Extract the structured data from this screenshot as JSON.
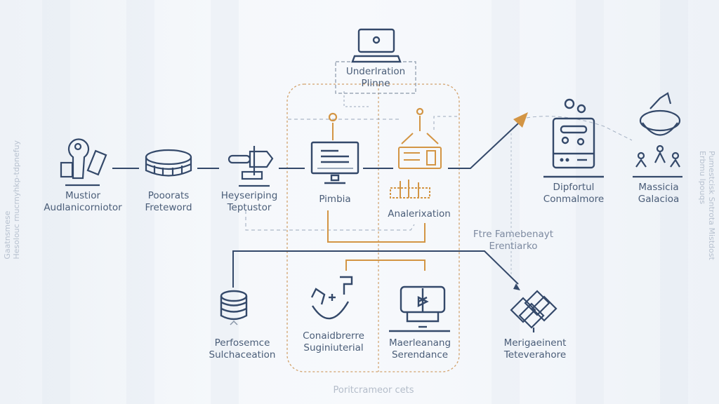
{
  "diagram": {
    "title_node": {
      "label_line1": "Underlration",
      "label_line2": "Plinne",
      "icon": "laptop-icon"
    },
    "top_row": [
      {
        "id": "auth",
        "line1": "Mustior",
        "line2": "Audlanicorniotor",
        "icon": "device-key-icon"
      },
      {
        "id": "framework",
        "line1": "Pooorats",
        "line2": "Freteword",
        "icon": "storage-ring-icon"
      },
      {
        "id": "tester",
        "line1": "Heyseriping",
        "line2": "Teptustor",
        "icon": "robot-arm-icon"
      },
      {
        "id": "plimbia",
        "line1": "Pimbia",
        "line2": "",
        "icon": "monitor-icon"
      },
      {
        "id": "analyzation",
        "line1": "",
        "line2": "Analerixation",
        "icon": "control-panel-icon"
      },
      {
        "id": "dipfortul",
        "line1": "Dipfortul",
        "line2": "Conmalmore",
        "icon": "server-unit-icon"
      },
      {
        "id": "massicia",
        "line1": "Massicia",
        "line2": "Galacioa",
        "icon": "team-bowl-icon"
      }
    ],
    "annotation": {
      "line1": "Ftre Famebenayt",
      "line2": "Erentiarko"
    },
    "bottom_row": [
      {
        "id": "perf",
        "line1": "Perfosemce",
        "line2": "Sulchaceation",
        "icon": "database-stack-icon"
      },
      {
        "id": "consol",
        "line1": "Conaidbrerre",
        "line2": "Suginiuterial",
        "icon": "integration-icon"
      },
      {
        "id": "maerlean",
        "line1": "Maerleanang",
        "line2": "Serendance",
        "icon": "book-monitor-icon"
      },
      {
        "id": "mergament",
        "line1": "Merigaeinent",
        "line2": "Teteverahore",
        "icon": "network-mesh-icon"
      }
    ],
    "footer": "Poritcrameor cets",
    "side_left": [
      "Gaatnsmese",
      "Hesolouc rnucrnyhkp-tdpnefuy"
    ],
    "side_right": [
      "Pumestcisk Sntrota Mistdost",
      "Erbmu lpouqs"
    ],
    "colors": {
      "primary": "#34496a",
      "accent": "#d39544",
      "dashed": "#c9a277"
    }
  }
}
